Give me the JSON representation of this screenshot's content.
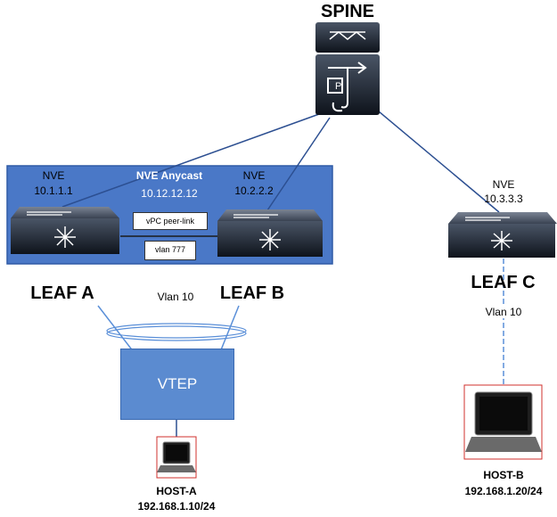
{
  "spine": {
    "label": "SPINE"
  },
  "anycast": {
    "title": "NVE Anycast",
    "ip": "10.12.12.12"
  },
  "leaf_a": {
    "nve": "NVE",
    "ip": "10.1.1.1",
    "name": "LEAF A"
  },
  "leaf_b": {
    "nve": "NVE",
    "ip": "10.2.2.2",
    "name": "LEAF B"
  },
  "leaf_c": {
    "nve": "NVE",
    "ip": "10.3.3.3",
    "name": "LEAF C"
  },
  "links": {
    "peer_link": "vPC peer-link",
    "vlan_peer": "vlan 777"
  },
  "vlan_ab": "Vlan 10",
  "vlan_c": "Vlan 10",
  "vtep": {
    "label": "VTEP"
  },
  "host_a": {
    "name": "HOST-A",
    "ip": "192.168.1.10/24"
  },
  "host_b": {
    "name": "HOST-B",
    "ip": "192.168.1.20/24"
  },
  "colors": {
    "panel": "#4a78c7",
    "vtep": "#5b8bd0",
    "line": "#2c4f91",
    "host_border": "#d0302c"
  }
}
